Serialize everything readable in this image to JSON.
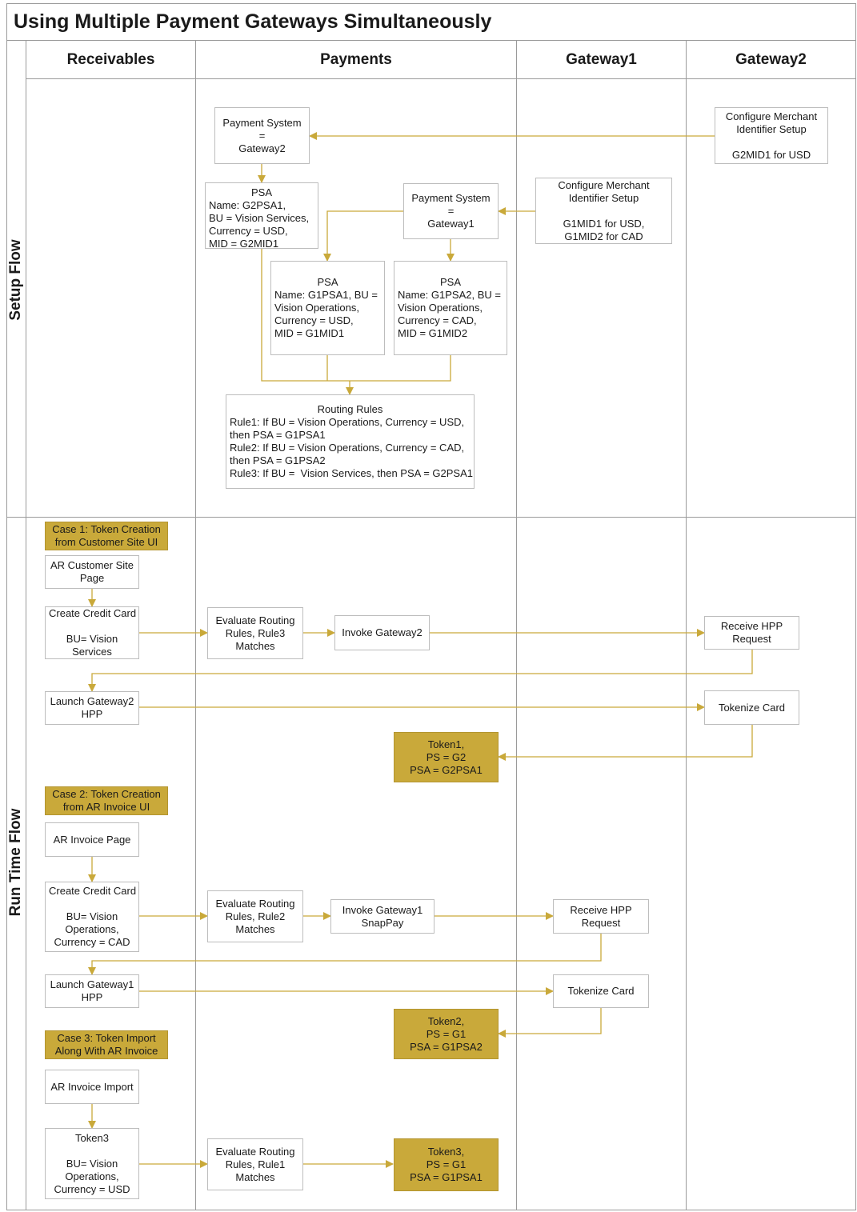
{
  "title": "Using Multiple Payment Gateways Simultaneously",
  "lanes": [
    "Receivables",
    "Payments",
    "Gateway1",
    "Gateway2"
  ],
  "rows": [
    "Setup Flow",
    "Run Time Flow"
  ],
  "colors": {
    "border": "#9a9a9a",
    "connector": "#c9a93a",
    "highlight": "#c9a93a"
  },
  "boxes": {
    "ps_gateway2": [
      "Payment System",
      "=",
      "Gateway2"
    ],
    "cfg_gateway2": [
      "Configure Merchant",
      "Identifier Setup",
      "",
      "G2MID1 for USD"
    ],
    "psa_g2psa1": [
      "PSA",
      "Name: G2PSA1,",
      "BU = Vision Services,",
      "Currency = USD,",
      "MID = G2MID1"
    ],
    "ps_gateway1": [
      "Payment System",
      "=",
      "Gateway1"
    ],
    "cfg_gateway1": [
      "Configure Merchant",
      "Identifier Setup",
      "",
      "G1MID1 for USD,",
      "G1MID2 for CAD"
    ],
    "psa_g1psa1": [
      "PSA",
      "Name: G1PSA1, BU =",
      "Vision Operations,",
      "Currency = USD,",
      "MID = G1MID1"
    ],
    "psa_g1psa2": [
      "PSA",
      "Name: G1PSA2, BU =",
      "Vision Operations,",
      "Currency = CAD,",
      "MID = G1MID2"
    ],
    "routing_rules": [
      "Routing Rules",
      "Rule1: If BU = Vision Operations, Currency = USD,",
      "then PSA = G1PSA1",
      "Rule2: If BU = Vision Operations, Currency = CAD,",
      "then PSA = G1PSA2",
      "Rule3: If BU =  Vision Services, then PSA = G2PSA1"
    ],
    "case1": [
      "Case 1: Token Creation",
      "from Customer Site UI"
    ],
    "c1_site_page": [
      "AR Customer Site",
      "Page"
    ],
    "c1_create_cc": [
      "Create Credit Card",
      "",
      "BU= Vision",
      "Services"
    ],
    "c1_eval": [
      "Evaluate Routing",
      "Rules, Rule3",
      "Matches"
    ],
    "c1_invoke": [
      "Invoke Gateway2"
    ],
    "c1_receive": [
      "Receive HPP",
      "Request"
    ],
    "c1_launch": [
      "Launch Gateway2",
      "HPP"
    ],
    "c1_tokenize": [
      "Tokenize Card"
    ],
    "c1_token": [
      "Token1,",
      "PS = G2",
      "PSA = G2PSA1"
    ],
    "case2": [
      "Case 2: Token Creation",
      "from AR Invoice UI"
    ],
    "c2_invoice_page": [
      "AR Invoice Page"
    ],
    "c2_create_cc": [
      "Create Credit Card",
      "",
      "BU= Vision",
      "Operations,",
      "Currency = CAD"
    ],
    "c2_eval": [
      "Evaluate Routing",
      "Rules, Rule2",
      "Matches"
    ],
    "c2_invoke": [
      "Invoke Gateway1",
      "SnapPay"
    ],
    "c2_receive": [
      "Receive HPP",
      "Request"
    ],
    "c2_launch": [
      "Launch Gateway1",
      "HPP"
    ],
    "c2_tokenize": [
      "Tokenize Card"
    ],
    "c2_token": [
      "Token2,",
      "PS = G1",
      "PSA = G1PSA2"
    ],
    "case3": [
      "Case 3: Token Import",
      "Along With AR Invoice"
    ],
    "c3_import": [
      "AR Invoice Import"
    ],
    "c3_token3": [
      "Token3",
      "",
      "BU= Vision",
      "Operations,",
      "Currency = USD"
    ],
    "c3_eval": [
      "Evaluate Routing",
      "Rules, Rule1",
      "Matches"
    ],
    "c3_token": [
      "Token3,",
      "PS = G1",
      "PSA = G1PSA1"
    ]
  }
}
